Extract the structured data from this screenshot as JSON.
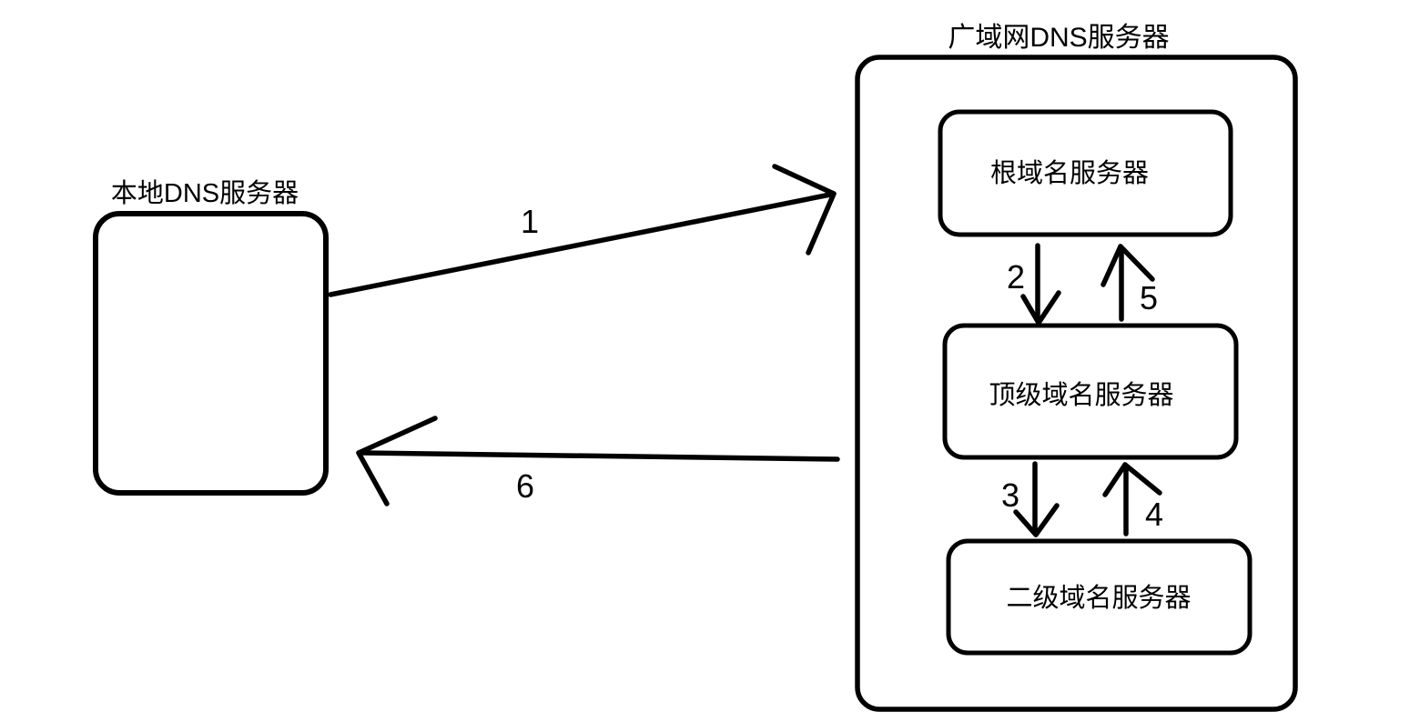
{
  "diagram": {
    "colors": {
      "stroke": "#000000",
      "background": "#ffffff"
    },
    "local_server_label": "本地DNS服务器",
    "wan_container_title": "广域网DNS服务器",
    "nodes": {
      "root_label": "根域名服务器",
      "tld_label": "顶级域名服务器",
      "sld_label": "二级域名服务器"
    },
    "arrow_labels": {
      "step1": "1",
      "step2": "2",
      "step3": "3",
      "step4": "4",
      "step5": "5",
      "step6": "6"
    }
  }
}
